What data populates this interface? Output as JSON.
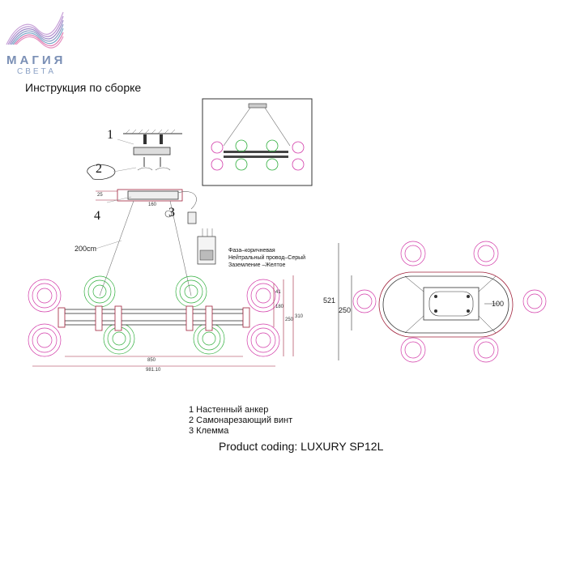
{
  "logo": {
    "name": "МАГИЯ",
    "sub": "СВЕТА"
  },
  "heading": "Инструкция по сборке",
  "side_view": {
    "callouts": [
      "1",
      "2",
      "3",
      "4"
    ],
    "cable_length": "200cm",
    "dim_small_top": "160",
    "dim_small_left": "25",
    "dim_total": "850",
    "dim_overall": "981.10",
    "dim_height_a": "310",
    "dim_height_b": "250",
    "dim_height_c": "180",
    "dim_height_d": "41"
  },
  "wiring": {
    "phase": "Фаза–коричневая",
    "neutral": "Нейтральный провод–Серый",
    "ground": "Заземление –Желтое"
  },
  "top_view": {
    "dim_outer": "521",
    "dim_inner": "250",
    "dim_plate": "100"
  },
  "legend": [
    "1 Настенный анкер",
    "2 Самонарезающий винт",
    "3 Клемма"
  ],
  "product_coding": "Product coding: LUXURY SP12L",
  "colors": {
    "pink": "#d23aa8",
    "green": "#2fae3c",
    "line": "#555555",
    "dim": "#a0203a"
  }
}
